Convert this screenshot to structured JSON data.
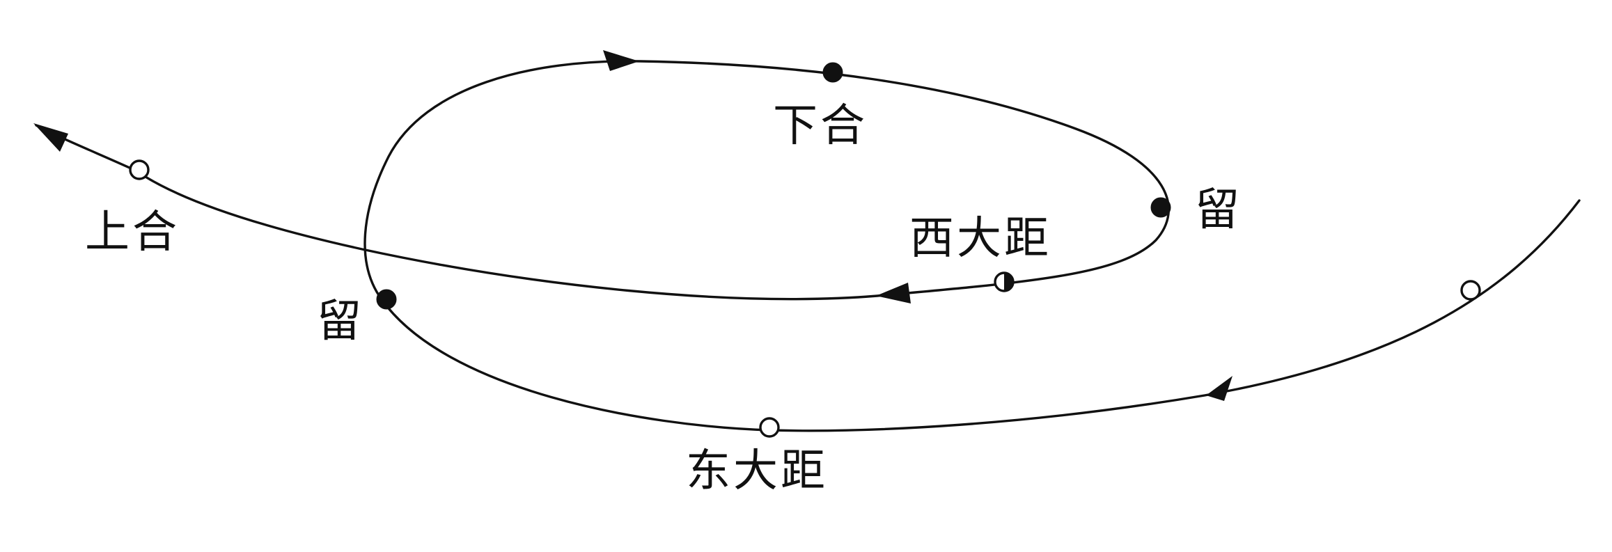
{
  "labels": {
    "superior_conjunction": "上合",
    "inferior_conjunction": "下合",
    "station_right": "留",
    "station_left": "留",
    "western_elongation": "西大距",
    "eastern_elongation": "东大距"
  },
  "markers": {
    "superior_conjunction": "hollow",
    "inferior_conjunction": "filled",
    "station_right": "filled",
    "station_left": "filled",
    "western_elongation": "half-filled",
    "eastern_elongation": "hollow",
    "incoming_point": "hollow"
  },
  "colors": {
    "line": "#111111",
    "background": "#ffffff"
  }
}
